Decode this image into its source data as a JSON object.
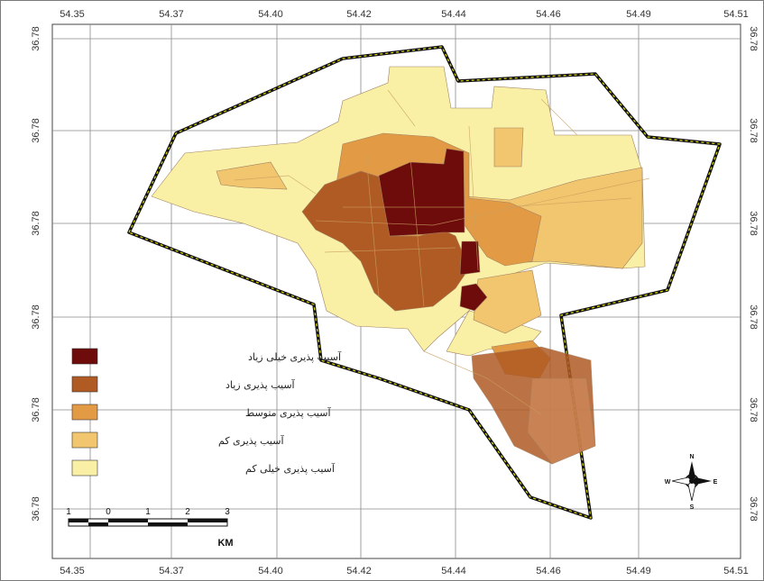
{
  "map": {
    "lon_ticks_top": [
      "54.35",
      "54.37",
      "54.40",
      "54.42",
      "54.44",
      "54.46",
      "54.49",
      "54.51"
    ],
    "lon_ticks_bottom": [
      "54.35",
      "54.37",
      "54.40",
      "54.42",
      "54.44",
      "54.46",
      "54.49",
      "54.51"
    ],
    "lat_ticks_left": [
      "36.78",
      "36.78",
      "36.78",
      "36.78",
      "36.78",
      "36.78"
    ],
    "lat_ticks_right": [
      "36.78",
      "36.78",
      "36.78",
      "36.78",
      "36.78",
      "36.78"
    ],
    "legend": [
      {
        "label": "آسیب پذیری خیلی زیاد",
        "color": "#6e0b0b"
      },
      {
        "label": "آسیب پذیری زیاد",
        "color": "#b05a24"
      },
      {
        "label": "آسیب پذیری متوسط",
        "color": "#e39a45"
      },
      {
        "label": "آسیب پذیری کم",
        "color": "#f2c66e"
      },
      {
        "label": "آسیب پذیری خیلی کم",
        "color": "#f9f0a6"
      }
    ],
    "scalebar": {
      "labels": [
        "1",
        "0",
        "1",
        "2",
        "3"
      ],
      "unit": "KM"
    },
    "north_arrow": {
      "n": "N",
      "s": "S",
      "e": "E",
      "w": "W"
    },
    "colors": {
      "grid": "#8a8a8a",
      "boundary": "#111111",
      "boundary_dash": "#e8e000",
      "block_outline": "#a08060"
    }
  }
}
